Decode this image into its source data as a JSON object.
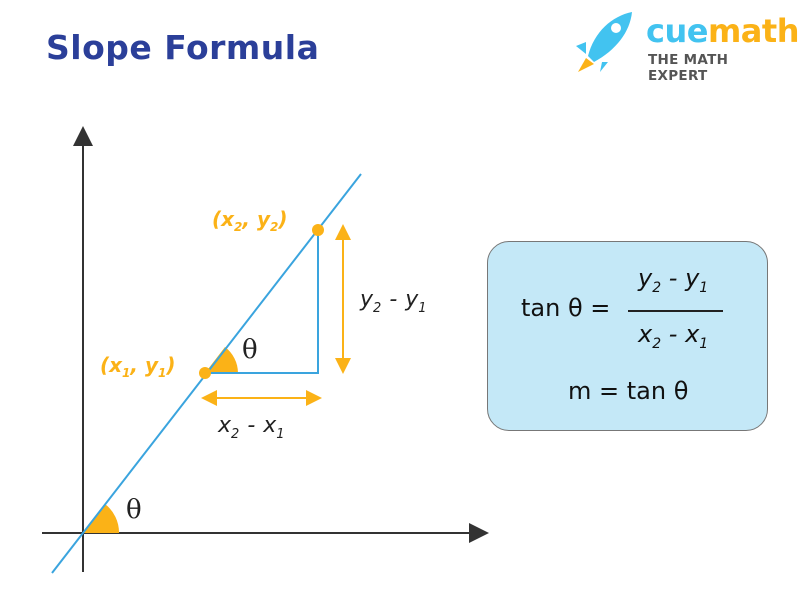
{
  "title": "Slope Formula",
  "logo": {
    "brand_cue": "cue",
    "brand_math": "math",
    "tagline": "THE MATH EXPERT"
  },
  "diagram": {
    "point1": {
      "var_x": "x",
      "sub_x": "1",
      "var_y": "y",
      "sub_y": "1"
    },
    "point2": {
      "var_x": "x",
      "sub_x": "2",
      "var_y": "y",
      "sub_y": "2"
    },
    "angle": "θ",
    "rise": {
      "a": "y",
      "a_sub": "2",
      "op": "-",
      "b": "y",
      "b_sub": "1"
    },
    "run": {
      "a": "x",
      "a_sub": "2",
      "op": "-",
      "b": "x",
      "b_sub": "1"
    }
  },
  "formula": {
    "lhs": "tan θ =",
    "numerator": {
      "a": "y",
      "a_sub": "2",
      "op": "-",
      "b": "y",
      "b_sub": "1"
    },
    "denominator": {
      "a": "x",
      "a_sub": "2",
      "op": "-",
      "b": "x",
      "b_sub": "1"
    },
    "slope_line": "m = tan θ"
  },
  "colors": {
    "title": "#2b3f99",
    "line": "#3aa4de",
    "orange": "#fbb217",
    "box": "#c4e8f7"
  }
}
